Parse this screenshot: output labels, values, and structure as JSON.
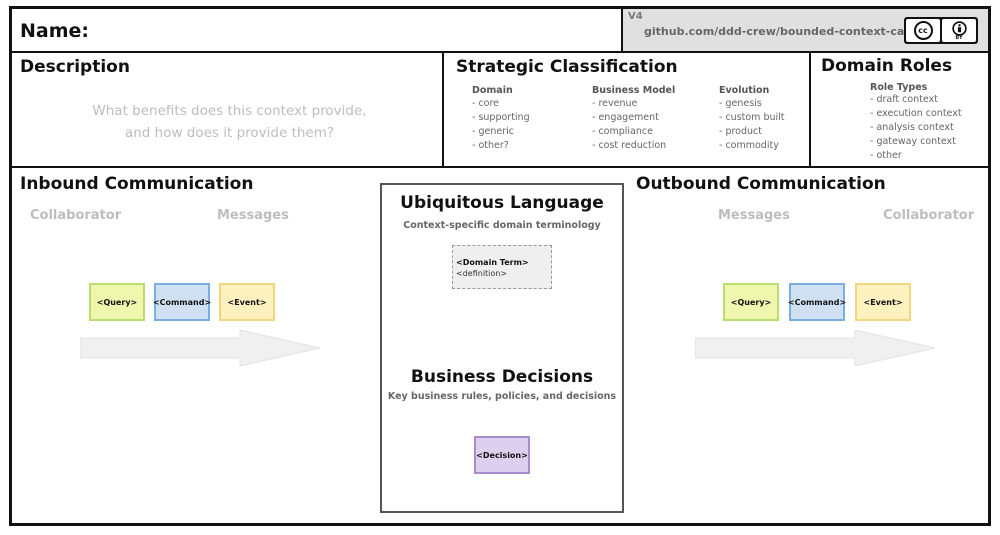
{
  "header": {
    "name_label": "Name:",
    "version": "V4",
    "url": "github.com/ddd-crew/bounded-context-canvas",
    "license_badge": {
      "left_icon": "cc-icon",
      "left_text": "cc",
      "right_icon": "attribution-icon",
      "right_text": "BY"
    }
  },
  "description": {
    "title": "Description",
    "hint": "What benefits does this context provide, and how does it provide them?"
  },
  "strategic": {
    "title": "Strategic Classification",
    "columns": [
      {
        "heading": "Domain",
        "items": [
          "- core",
          "- supporting",
          "- generic",
          "- other?"
        ]
      },
      {
        "heading": "Business Model",
        "items": [
          "- revenue",
          "- engagement",
          "- compliance",
          "- cost reduction"
        ]
      },
      {
        "heading": "Evolution",
        "items": [
          "- genesis",
          "- custom built",
          "- product",
          "- commodity"
        ]
      }
    ]
  },
  "domain_roles": {
    "title": "Domain Roles",
    "heading": "Role Types",
    "items": [
      "- draft context",
      "- execution context",
      "- analysis context",
      "- gateway context",
      "- other"
    ]
  },
  "inbound": {
    "title": "Inbound Communication",
    "collaborator_label": "Collaborator",
    "messages_label": "Messages",
    "stickies": [
      "<Query>",
      "<Command>",
      "<Event>"
    ]
  },
  "ubiquitous": {
    "title": "Ubiquitous Language",
    "subtitle": "Context-specific domain terminology",
    "term": "<Domain Term>",
    "definition": "<definition>"
  },
  "business": {
    "title": "Business Decisions",
    "subtitle": "Key business rules, policies, and decisions",
    "sticky": "<Decision>"
  },
  "outbound": {
    "title": "Outbound Communication",
    "messages_label": "Messages",
    "collaborator_label": "Collaborator",
    "stickies": [
      "<Query>",
      "<Command>",
      "<Event>"
    ]
  },
  "colors": {
    "query": "#eef7ad",
    "command": "#cfe0f3",
    "event": "#fdf2bf",
    "decision": "#ddd0ee",
    "arrow": "#f0f0f0"
  }
}
